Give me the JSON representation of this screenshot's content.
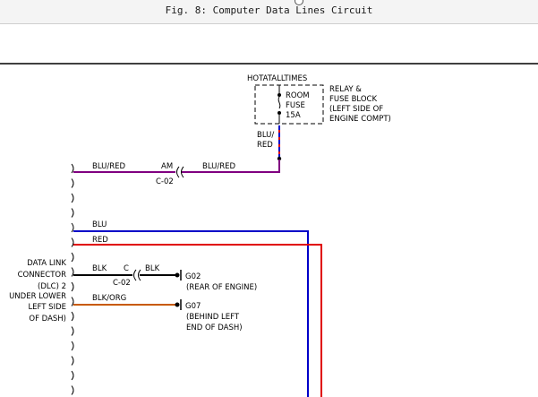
{
  "header": {
    "title": "Fig. 8: Computer Data Lines Circuit"
  },
  "fuse_block": {
    "hot_label": "HOTATALLTIMES",
    "fuse_name_1": "ROOM",
    "fuse_name_2": "FUSE",
    "fuse_rating": "15A",
    "block_lines": [
      "RELAY &",
      "FUSE BLOCK",
      "(LEFT SIDE OF",
      "ENGINE COMPT)"
    ]
  },
  "wires": {
    "fuse_wire_color_1": "BLU/",
    "fuse_wire_color_2": "RED",
    "top_left_color": "BLU/RED",
    "top_right_color": "BLU/RED",
    "top_terminal": "AM",
    "top_connector": "C-02",
    "blu_label": "BLU",
    "red_label": "RED",
    "blk_left": "BLK",
    "blk_terminal": "C",
    "blk_right": "BLK",
    "blk_connector": "C-02",
    "blkorg_label": "BLK/ORG"
  },
  "grounds": {
    "g02_id": "G02",
    "g02_location": "(REAR OF ENGINE)",
    "g07_id": "G07",
    "g07_loc_1": "(BEHIND LEFT",
    "g07_loc_2": "END OF DASH)"
  },
  "dlc": {
    "lines": [
      "DATA LINK",
      "CONNECTOR",
      "(DLC) 2",
      "UNDER LOWER",
      "LEFT SIDE",
      "OF DASH)"
    ]
  },
  "colors": {
    "purple": "#800080",
    "blue": "#0000c8",
    "red": "#e00000",
    "orange": "#c85a00",
    "black": "#000000"
  }
}
